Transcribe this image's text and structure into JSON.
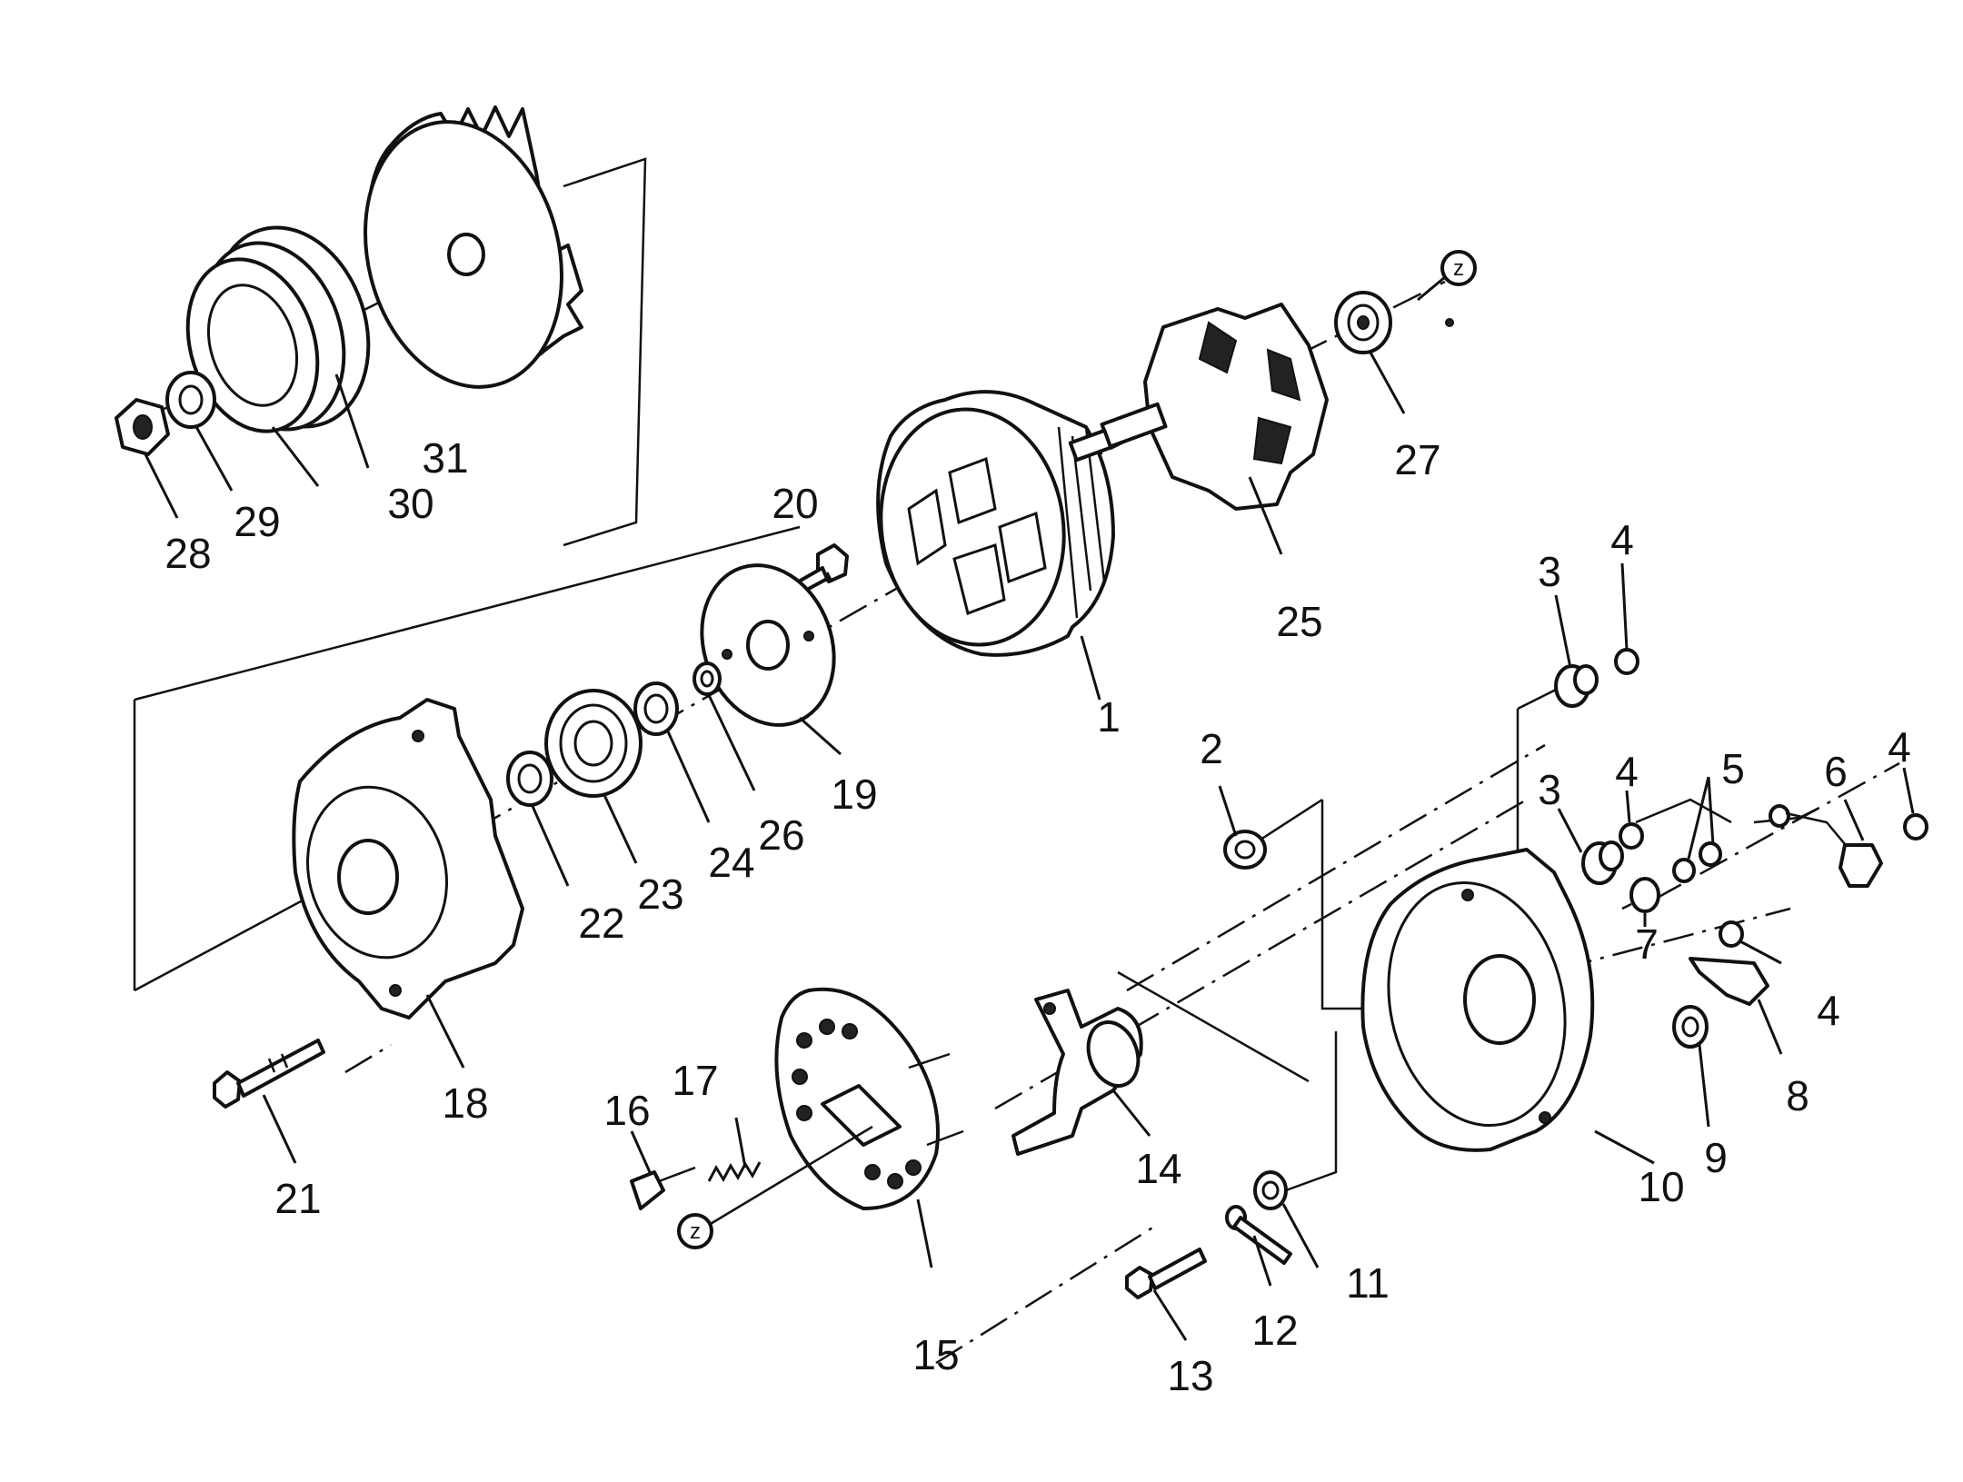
{
  "callouts": [
    "1",
    "2",
    "3",
    "3",
    "4",
    "4",
    "4",
    "4",
    "5",
    "6",
    "7",
    "8",
    "9",
    "10",
    "11",
    "12",
    "13",
    "14",
    "15",
    "16",
    "17",
    "18",
    "19",
    "20",
    "21",
    "22",
    "23",
    "24",
    "25",
    "26",
    "27",
    "28",
    "29",
    "30",
    "31"
  ],
  "reference_mark": "z",
  "icons": {
    "fan": "fan-icon",
    "pulley": "pulley-icon",
    "stator": "stator-icon",
    "rotor": "rotor-icon",
    "housing": "housing-icon"
  }
}
